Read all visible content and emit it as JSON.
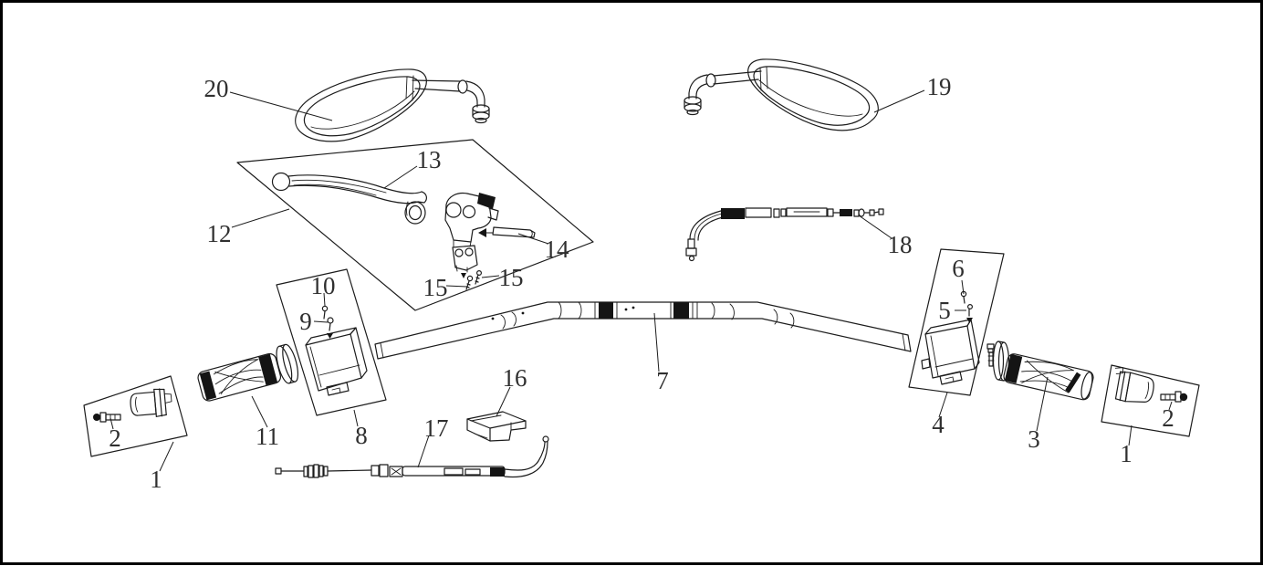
{
  "diagram": {
    "type": "exploded-parts-diagram",
    "subject": "handlebar-assembly",
    "colors": {
      "background": "#ffffff",
      "line": "#1c1c1c",
      "label": "#2f2f2f"
    },
    "callouts": [
      {
        "label": "20",
        "part": "left-mirror"
      },
      {
        "label": "19",
        "part": "right-mirror"
      },
      {
        "label": "13",
        "part": "brake-lever"
      },
      {
        "label": "12",
        "part": "lever-assembly-group"
      },
      {
        "label": "14",
        "part": "lever-pivot-pin"
      },
      {
        "label": "15",
        "part": "clamp-screw-left"
      },
      {
        "label": "15",
        "part": "clamp-screw-right"
      },
      {
        "label": "10",
        "part": "left-switch-screw-upper"
      },
      {
        "label": "9",
        "part": "left-switch-screw-lower"
      },
      {
        "label": "8",
        "part": "left-switch-housing-group"
      },
      {
        "label": "11",
        "part": "left-grip"
      },
      {
        "label": "2",
        "part": "bar-end-bolt-left"
      },
      {
        "label": "1",
        "part": "bar-end-weight-group-left"
      },
      {
        "label": "16",
        "part": "cable-guide"
      },
      {
        "label": "17",
        "part": "clutch-cable"
      },
      {
        "label": "7",
        "part": "handlebar"
      },
      {
        "label": "18",
        "part": "throttle-cable"
      },
      {
        "label": "6",
        "part": "right-switch-screw-upper"
      },
      {
        "label": "5",
        "part": "right-switch-screw-lower"
      },
      {
        "label": "4",
        "part": "right-switch-housing-group"
      },
      {
        "label": "3",
        "part": "throttle-grip"
      },
      {
        "label": "2",
        "part": "bar-end-bolt-right"
      },
      {
        "label": "1",
        "part": "bar-end-weight-group-right"
      }
    ]
  }
}
